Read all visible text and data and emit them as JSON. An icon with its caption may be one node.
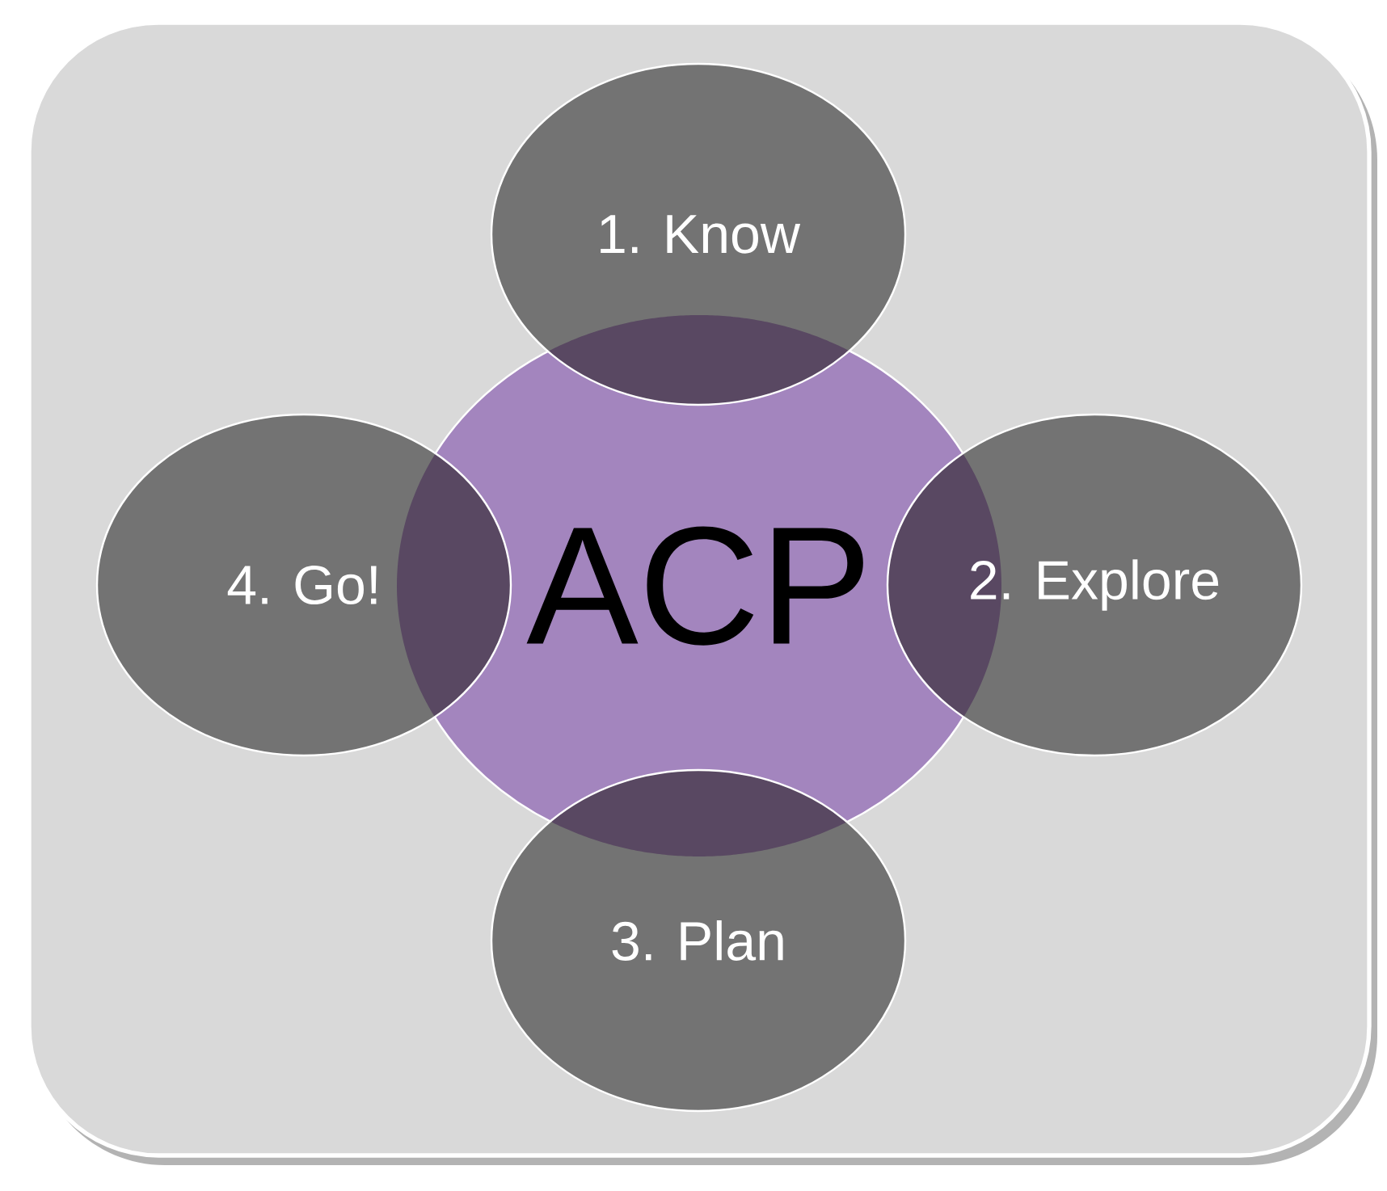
{
  "diagram": {
    "nodes": [
      {
        "text": [
          "ACP"
        ]
      },
      {
        "text": [
          "1. Know"
        ]
      },
      {
        "text": [
          "2. Explore"
        ]
      },
      {
        "text": [
          "3. Plan"
        ]
      },
      {
        "text": [
          "4. Go!"
        ]
      }
    ]
  }
}
